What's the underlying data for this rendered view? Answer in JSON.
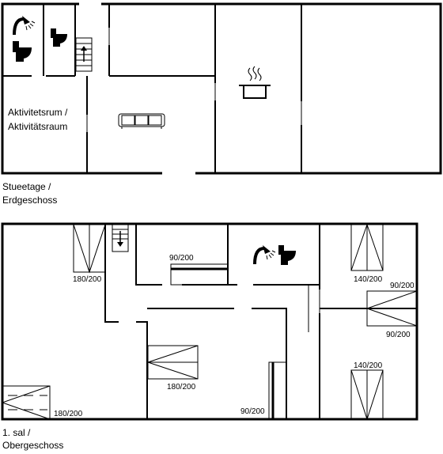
{
  "ground_floor": {
    "room_label_line1": "Aktivitetsrum /",
    "room_label_line2": "Aktivitätsraum",
    "floor_name_line1": "Stueetage /",
    "floor_name_line2": "Erdgeschoss"
  },
  "upper_floor": {
    "floor_name_line1": "1. sal /",
    "floor_name_line2": "Obergeschoss",
    "beds": {
      "bed_top_left": "180/200",
      "bed_top_mid": "90/200",
      "bed_top_right": "140/200",
      "bed_right_upper": "90/200",
      "bed_right_lower": "90/200",
      "bed_center": "180/200",
      "bed_bottom_mid": "90/200",
      "bed_bottom_right": "140/200",
      "bed_bottom_left": "180/200"
    }
  },
  "icons": [
    "shower-icon",
    "toilet-icon",
    "stairs-up-icon",
    "stairs-down-icon",
    "sofa-icon",
    "cooking-pot-icon"
  ]
}
